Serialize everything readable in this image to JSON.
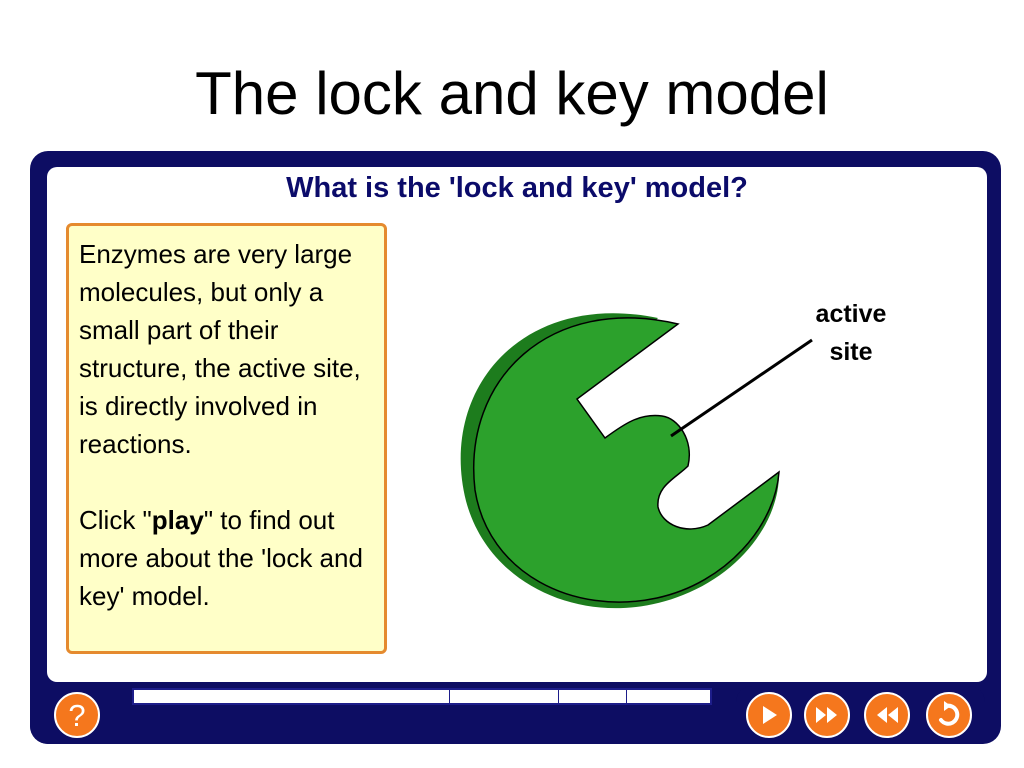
{
  "slide": {
    "title": "The lock and key model"
  },
  "panel": {
    "heading": "What is the 'lock and key' model?",
    "paragraph1": "Enzymes are very large molecules, but only a small part of their structure, the active site, is directly involved in reactions.",
    "paragraph2_prefix": "Click \"",
    "paragraph2_bold": "play",
    "paragraph2_suffix": "\" to find out more about the 'lock and key' model."
  },
  "diagram": {
    "enzyme_color": "#2ca12c",
    "enzyme_shadow_color": "#1d7c1d",
    "label_line1": "active",
    "label_line2": "site"
  },
  "controls": {
    "help_label": "?",
    "progress_segments": 4,
    "buttons": [
      {
        "name": "play-button",
        "icon": "play-icon"
      },
      {
        "name": "fast-forward-button",
        "icon": "fast-forward-icon"
      },
      {
        "name": "rewind-button",
        "icon": "rewind-icon"
      },
      {
        "name": "replay-button",
        "icon": "replay-icon"
      }
    ],
    "button_color": "#f5771d",
    "frame_color": "#0d0d63"
  }
}
